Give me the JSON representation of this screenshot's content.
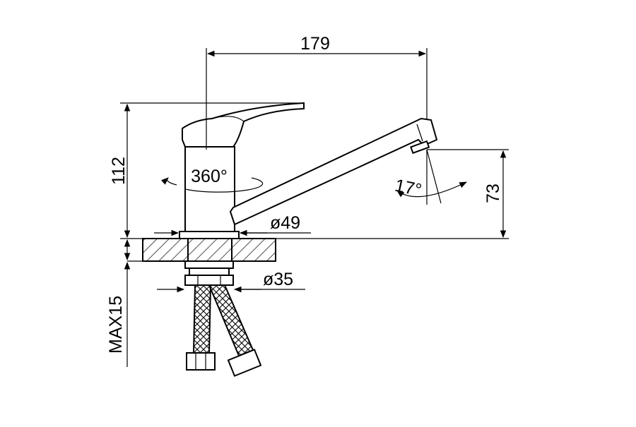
{
  "diagram": {
    "colors": {
      "line": "#000000",
      "background": "#ffffff"
    },
    "dimensions": {
      "spout_reach": "179",
      "total_height": "112",
      "spout_height": "73",
      "rotation": "360°",
      "spout_angle": "17°",
      "base_diameter": "ø49",
      "shank_diameter": "ø35",
      "max_thickness": "MAX15"
    }
  }
}
